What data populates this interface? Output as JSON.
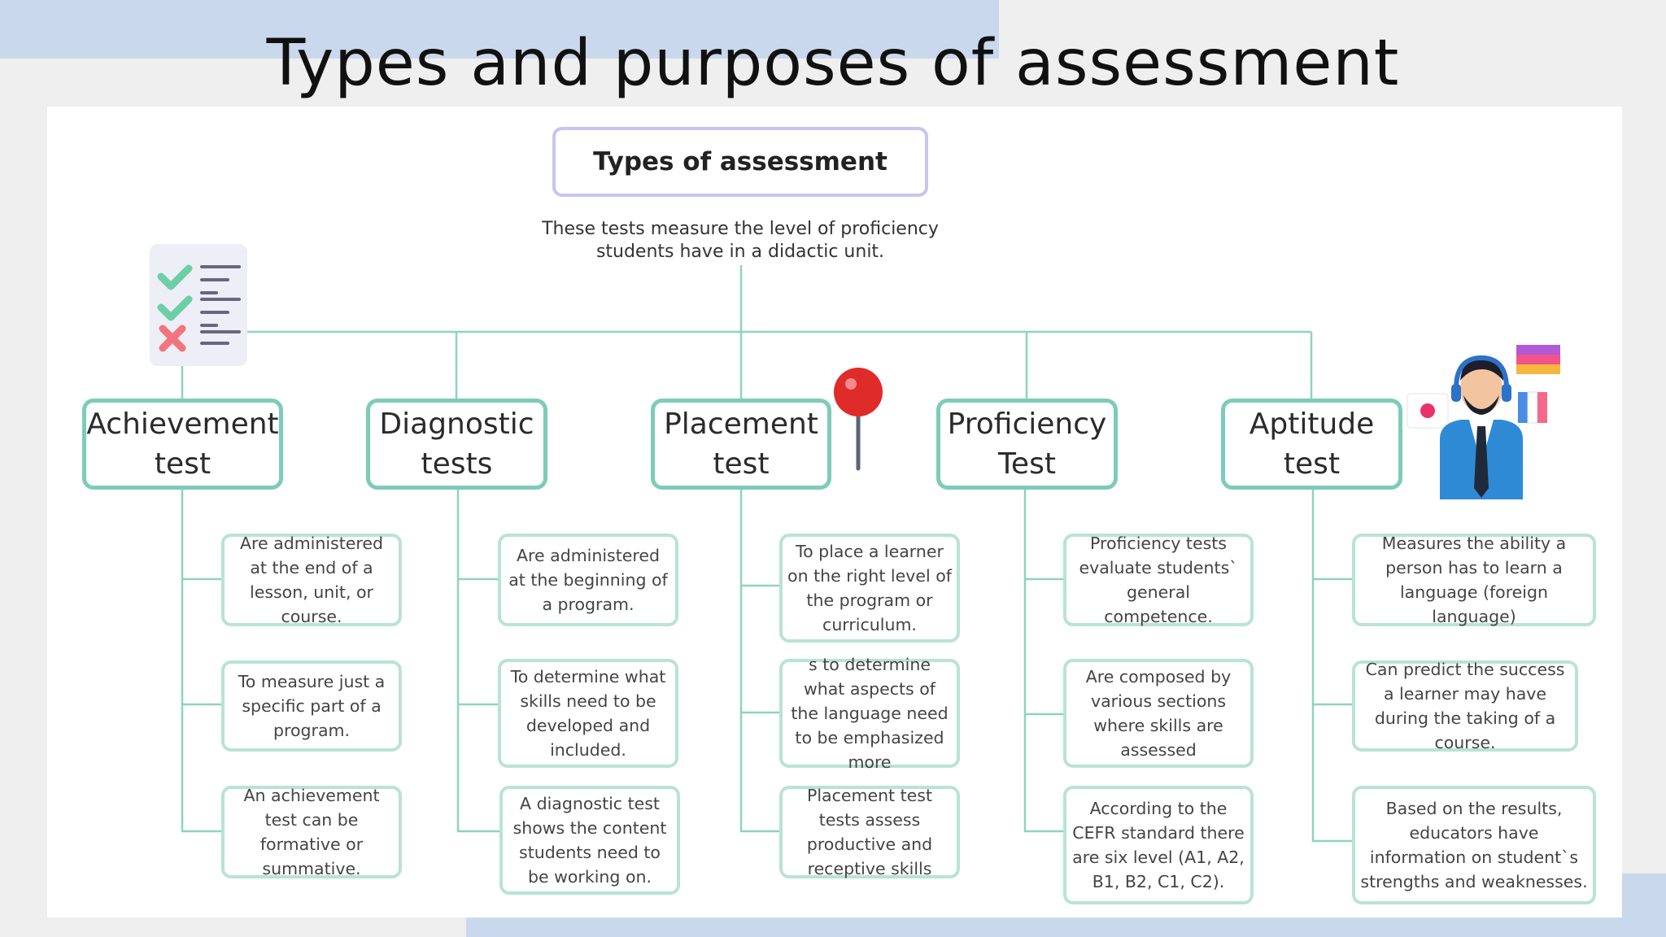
{
  "title": "Types and purposes of assessment",
  "root": {
    "label": "Types of assessment",
    "description_line1": "These tests measure the level of proficiency",
    "description_line2": "students have in a didactic unit."
  },
  "categories": [
    {
      "line1": "Achievement",
      "line2": "test",
      "items": [
        "Are administered at the end of a lesson, unit, or course.",
        "To measure just a specific part of a program.",
        "An achievement test can be formative or summative."
      ]
    },
    {
      "line1": "Diagnostic",
      "line2": "tests",
      "items": [
        "Are administered at the beginning of a program.",
        "To determine what skills need to be developed and included.",
        "A diagnostic test shows the content students need to be working on."
      ]
    },
    {
      "line1": "Placement",
      "line2": "test",
      "items": [
        "To place a learner on the right level of the program or curriculum.",
        "s to determine what aspects of the language need to be emphasized more",
        "Placement test tests assess productive and receptive skills"
      ]
    },
    {
      "line1": "Proficiency",
      "line2": "Test",
      "items": [
        "Proficiency tests evaluate students` general competence.",
        "Are composed by various sections where skills are assessed",
        "According to the CEFR standard there are six level (A1, A2, B1, B2, C1, C2)."
      ]
    },
    {
      "line1": "Aptitude",
      "line2": "test",
      "items": [
        "Measures the ability a person has to learn a language (foreign language)",
        "Can predict the success a learner may have during the taking of a course.",
        "Based on the results, educators have information on student`s strengths and weaknesses."
      ]
    }
  ],
  "icons": {
    "checklist": "checklist-icon",
    "pin": "pushpin-icon",
    "person": "teacher-with-headset-icon"
  },
  "colors": {
    "background": "#efefef",
    "accent_blue": "#c9d8ec",
    "connector": "#8fd3bf",
    "category_border": "#7dccb6",
    "item_border": "#b9e3d6",
    "root_border": "#c8c6ef"
  }
}
